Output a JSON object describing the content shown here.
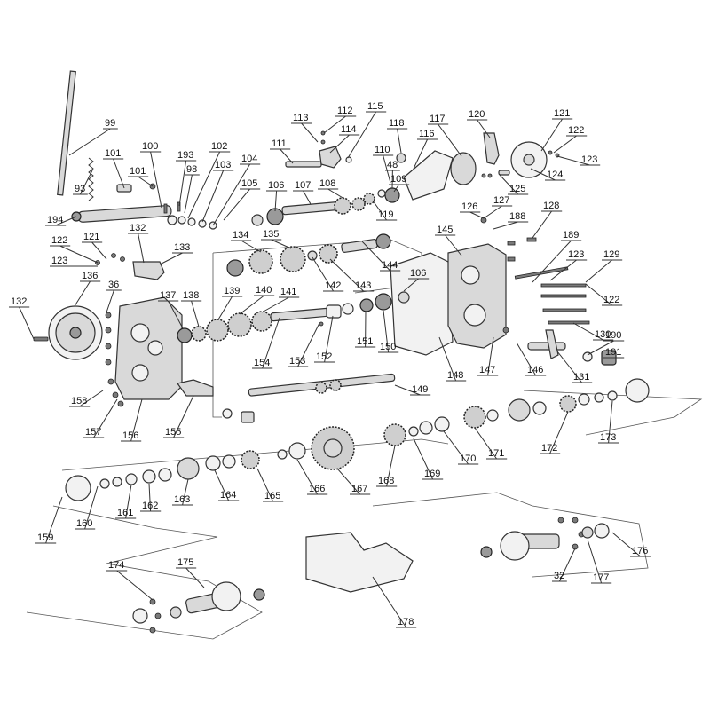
{
  "parts": [
    {
      "id": "p99",
      "label": "99"
    },
    {
      "id": "p93",
      "label": "93"
    },
    {
      "id": "p101a",
      "label": "101"
    },
    {
      "id": "p101b",
      "label": "101"
    },
    {
      "id": "p100",
      "label": "100"
    },
    {
      "id": "p193",
      "label": "193"
    },
    {
      "id": "p98",
      "label": "98"
    },
    {
      "id": "p102",
      "label": "102"
    },
    {
      "id": "p103",
      "label": "103"
    },
    {
      "id": "p104",
      "label": "104"
    },
    {
      "id": "p105",
      "label": "105"
    },
    {
      "id": "p194",
      "label": "194"
    },
    {
      "id": "p113",
      "label": "113"
    },
    {
      "id": "p112",
      "label": "112"
    },
    {
      "id": "p115",
      "label": "115"
    },
    {
      "id": "p114",
      "label": "114"
    },
    {
      "id": "p111",
      "label": "111"
    },
    {
      "id": "p118",
      "label": "118"
    },
    {
      "id": "p117",
      "label": "117"
    },
    {
      "id": "p120",
      "label": "120"
    },
    {
      "id": "p121a",
      "label": "121"
    },
    {
      "id": "p122a",
      "label": "122"
    },
    {
      "id": "p123a",
      "label": "123"
    },
    {
      "id": "p116",
      "label": "116"
    },
    {
      "id": "p110",
      "label": "110"
    },
    {
      "id": "p48",
      "label": "48"
    },
    {
      "id": "p109",
      "label": "109"
    },
    {
      "id": "p125",
      "label": "125"
    },
    {
      "id": "p124",
      "label": "124"
    },
    {
      "id": "p106a",
      "label": "106"
    },
    {
      "id": "p107",
      "label": "107"
    },
    {
      "id": "p108",
      "label": "108"
    },
    {
      "id": "p119",
      "label": "119"
    },
    {
      "id": "p127",
      "label": "127"
    },
    {
      "id": "p126",
      "label": "126"
    },
    {
      "id": "p188",
      "label": "188"
    },
    {
      "id": "p128",
      "label": "128"
    },
    {
      "id": "p132a",
      "label": "132"
    },
    {
      "id": "p133",
      "label": "133"
    },
    {
      "id": "p121b",
      "label": "121"
    },
    {
      "id": "p122b",
      "label": "122"
    },
    {
      "id": "p123b",
      "label": "123"
    },
    {
      "id": "p134",
      "label": "134"
    },
    {
      "id": "p135",
      "label": "135"
    },
    {
      "id": "p145",
      "label": "145"
    },
    {
      "id": "p189",
      "label": "189"
    },
    {
      "id": "p123c",
      "label": "123"
    },
    {
      "id": "p129",
      "label": "129"
    },
    {
      "id": "p122c",
      "label": "122"
    },
    {
      "id": "p144",
      "label": "144"
    },
    {
      "id": "p106b",
      "label": "106"
    },
    {
      "id": "p142",
      "label": "142"
    },
    {
      "id": "p143",
      "label": "143"
    },
    {
      "id": "p136",
      "label": "136"
    },
    {
      "id": "p36",
      "label": "36"
    },
    {
      "id": "p132b",
      "label": "132"
    },
    {
      "id": "p137",
      "label": "137"
    },
    {
      "id": "p138",
      "label": "138"
    },
    {
      "id": "p139",
      "label": "139"
    },
    {
      "id": "p140",
      "label": "140"
    },
    {
      "id": "p141",
      "label": "141"
    },
    {
      "id": "p130",
      "label": "130"
    },
    {
      "id": "p190",
      "label": "190"
    },
    {
      "id": "p191",
      "label": "191"
    },
    {
      "id": "p151",
      "label": "151"
    },
    {
      "id": "p150",
      "label": "150"
    },
    {
      "id": "p154",
      "label": "154"
    },
    {
      "id": "p153",
      "label": "153"
    },
    {
      "id": "p152",
      "label": "152"
    },
    {
      "id": "p148",
      "label": "148"
    },
    {
      "id": "p147",
      "label": "147"
    },
    {
      "id": "p146",
      "label": "146"
    },
    {
      "id": "p131",
      "label": "131"
    },
    {
      "id": "p158",
      "label": "158"
    },
    {
      "id": "p149",
      "label": "149"
    },
    {
      "id": "p157",
      "label": "157"
    },
    {
      "id": "p156",
      "label": "156"
    },
    {
      "id": "p155",
      "label": "155"
    },
    {
      "id": "p172",
      "label": "172"
    },
    {
      "id": "p173",
      "label": "173"
    },
    {
      "id": "p171",
      "label": "171"
    },
    {
      "id": "p170",
      "label": "170"
    },
    {
      "id": "p169",
      "label": "169"
    },
    {
      "id": "p168",
      "label": "168"
    },
    {
      "id": "p167",
      "label": "167"
    },
    {
      "id": "p166",
      "label": "166"
    },
    {
      "id": "p165",
      "label": "165"
    },
    {
      "id": "p164",
      "label": "164"
    },
    {
      "id": "p163",
      "label": "163"
    },
    {
      "id": "p162",
      "label": "162"
    },
    {
      "id": "p161",
      "label": "161"
    },
    {
      "id": "p160",
      "label": "160"
    },
    {
      "id": "p159",
      "label": "159"
    },
    {
      "id": "p176",
      "label": "176"
    },
    {
      "id": "p32",
      "label": "32"
    },
    {
      "id": "p177",
      "label": "177"
    },
    {
      "id": "p174",
      "label": "174"
    },
    {
      "id": "p175",
      "label": "175"
    },
    {
      "id": "p178",
      "label": "178"
    }
  ]
}
